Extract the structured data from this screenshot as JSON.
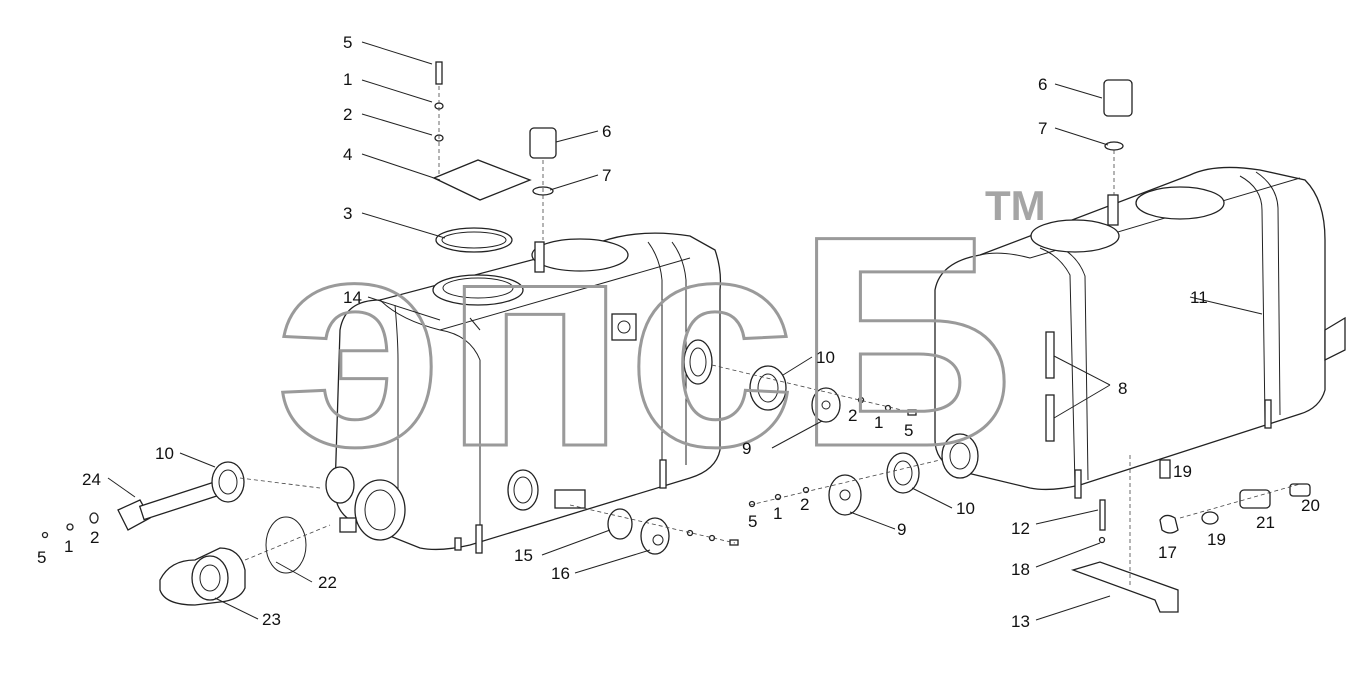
{
  "watermark": {
    "text": "эпсБ",
    "trademark": "TM"
  },
  "callouts": [
    "5",
    "1",
    "2",
    "4",
    "3",
    "6",
    "7",
    "14",
    "10",
    "9",
    "2",
    "1",
    "5",
    "10",
    "24",
    "5",
    "1",
    "2",
    "22",
    "23",
    "15",
    "16",
    "5",
    "1",
    "2",
    "9",
    "10",
    "6",
    "7",
    "11",
    "8",
    "19",
    "12",
    "17",
    "19",
    "21",
    "20",
    "18",
    "13"
  ]
}
